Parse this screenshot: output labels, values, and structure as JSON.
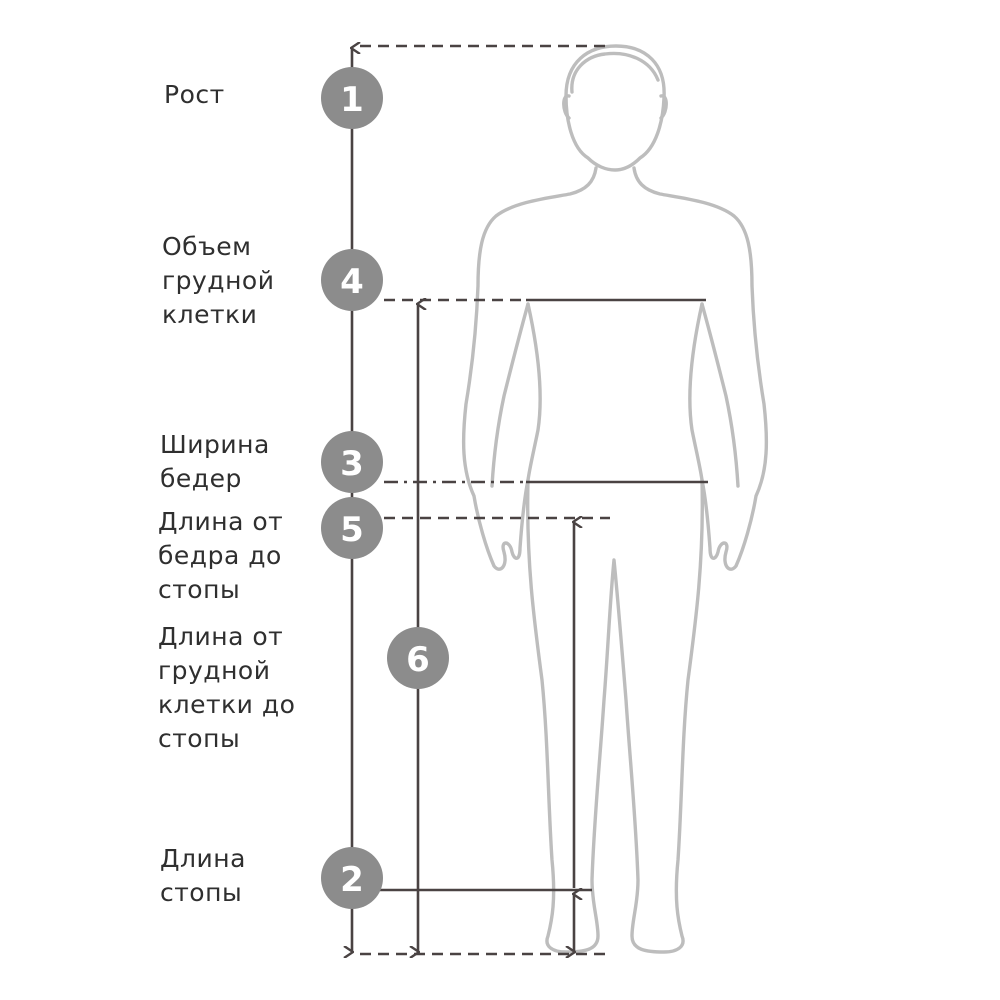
{
  "labels": {
    "height": [
      "Рост"
    ],
    "chest": [
      "Объем",
      "грудной",
      "клетки"
    ],
    "hips": [
      "Ширина",
      "бедер"
    ],
    "hip_to_foot": [
      "Длина от",
      "бедра до",
      "стопы"
    ],
    "chest_to_foot": [
      "Длина от",
      "грудной",
      "клетки до",
      "стопы"
    ],
    "foot": [
      "Длина",
      "стопы"
    ]
  },
  "badges": {
    "height": "1",
    "foot": "2",
    "hips": "3",
    "chest": "4",
    "hip_to_foot": "5",
    "chest_to_foot": "6"
  },
  "colors": {
    "line": "#4a4343",
    "badge": "#8c8c8c",
    "figure": "#bdbdbd",
    "text": "#2f2f2f"
  }
}
